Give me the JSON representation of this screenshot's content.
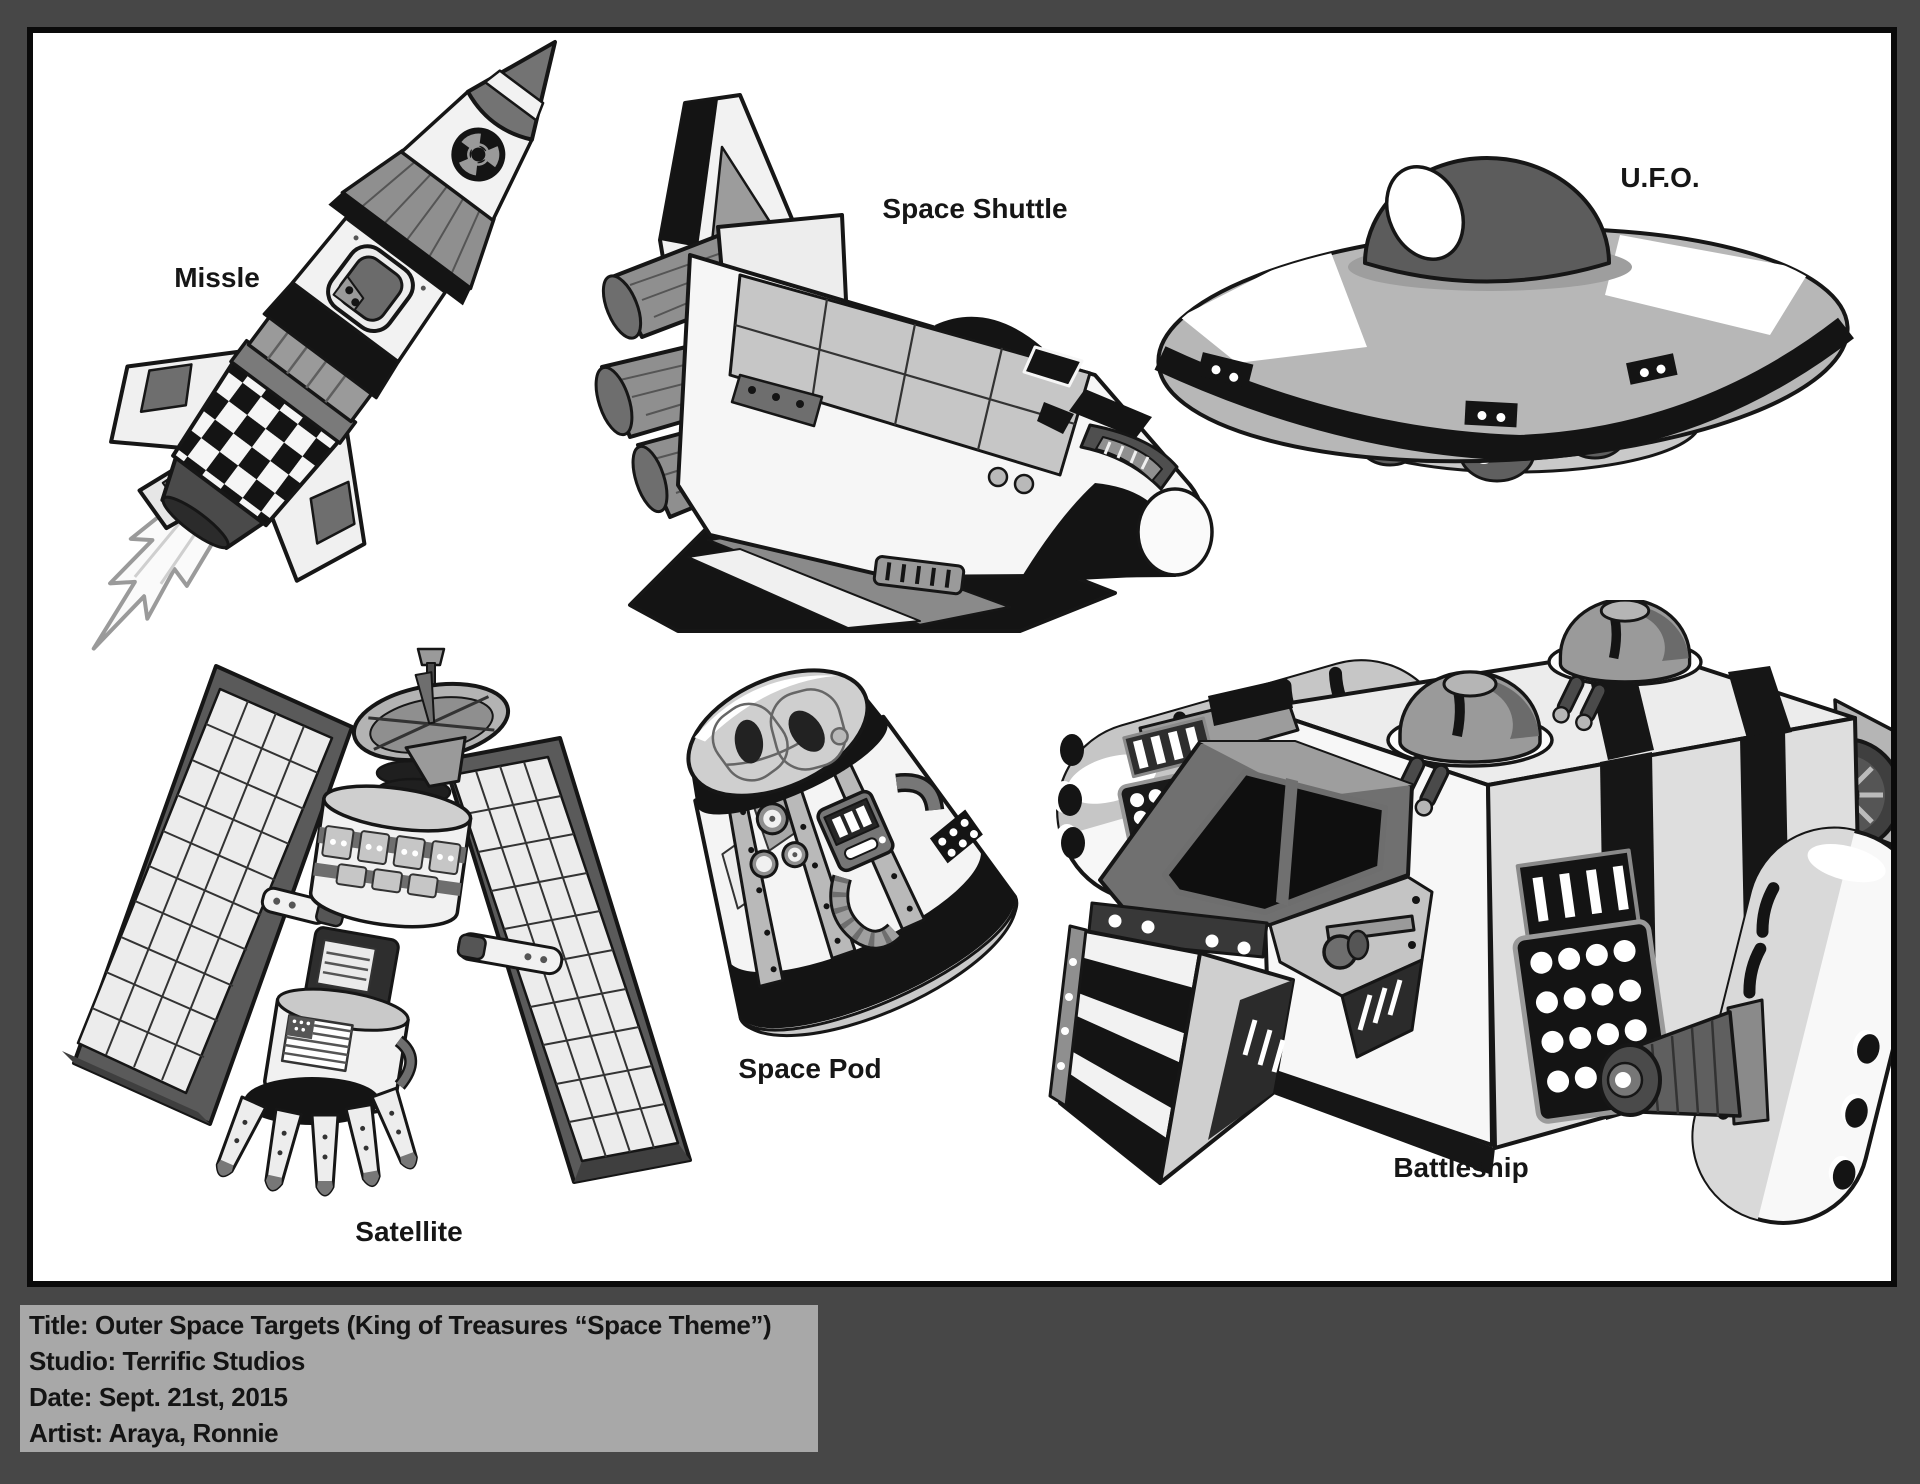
{
  "colors": {
    "page_background": "#474747",
    "canvas_background": "#ffffff",
    "canvas_border": "#0a0a0a",
    "info_box_background": "#a8a8a8",
    "ink": "#161616"
  },
  "artwork": {
    "items": [
      {
        "id": "missile",
        "label": "Missle"
      },
      {
        "id": "space-shuttle",
        "label": "Space Shuttle"
      },
      {
        "id": "ufo",
        "label": "U.F.O."
      },
      {
        "id": "satellite",
        "label": "Satellite"
      },
      {
        "id": "space-pod",
        "label": "Space Pod"
      },
      {
        "id": "battleship",
        "label": "Battleship"
      }
    ]
  },
  "info_box": {
    "lines": [
      "Title: Outer Space Targets (King of Treasures “Space Theme”)",
      "Studio: Terrific Studios",
      "Date: Sept. 21st, 2015",
      "Artist: Araya, Ronnie"
    ]
  }
}
